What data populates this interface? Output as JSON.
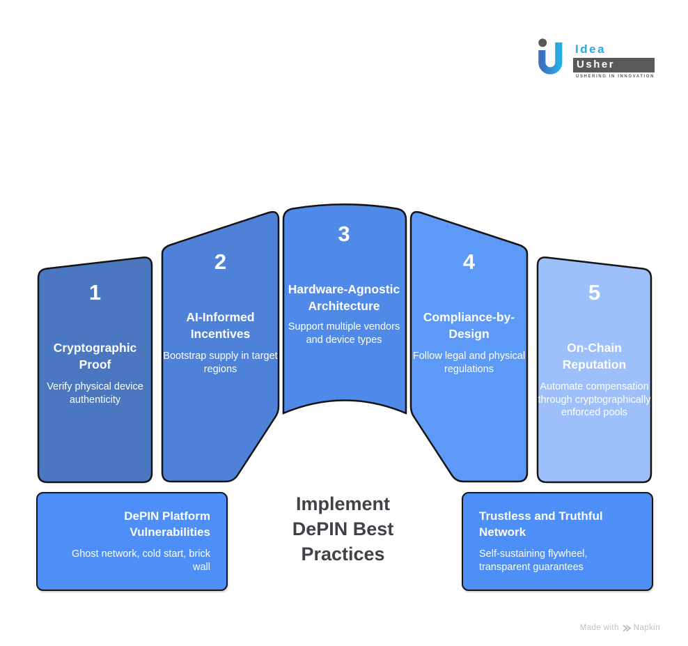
{
  "logo": {
    "brand_top": "Idea",
    "brand_bottom": "Usher",
    "tagline": "USHERING IN INNOVATION"
  },
  "title": "Implement\nDePIN Best\nPractices",
  "steps": [
    {
      "number": "1",
      "title": "Cryptographic Proof",
      "description": "Verify physical device authenticity",
      "color": "#4A77C0"
    },
    {
      "number": "2",
      "title": "AI-Informed Incentives",
      "description": "Bootstrap supply in target regions",
      "color": "#4E82D8"
    },
    {
      "number": "3",
      "title": "Hardware-Agnostic Architecture",
      "description": "Support multiple vendors and device types",
      "color": "#4F8AE8"
    },
    {
      "number": "4",
      "title": "Compliance-by-Design",
      "description": "Follow legal and physical regulations",
      "color": "#5D99F7"
    },
    {
      "number": "5",
      "title": "On-Chain Reputation",
      "description": "Automate compensation through cryptographically enforced pools",
      "color": "#9DBFFA"
    }
  ],
  "callouts": {
    "left": {
      "title": "DePIN Platform Vulnerabilities",
      "description": "Ghost network, cold start, brick wall"
    },
    "right": {
      "title": "Trustless and Truthful Network",
      "description": "Self-sustaining flywheel, transparent guarantees"
    }
  },
  "watermark": {
    "prefix": "Made with",
    "suffix": "Napkin"
  }
}
